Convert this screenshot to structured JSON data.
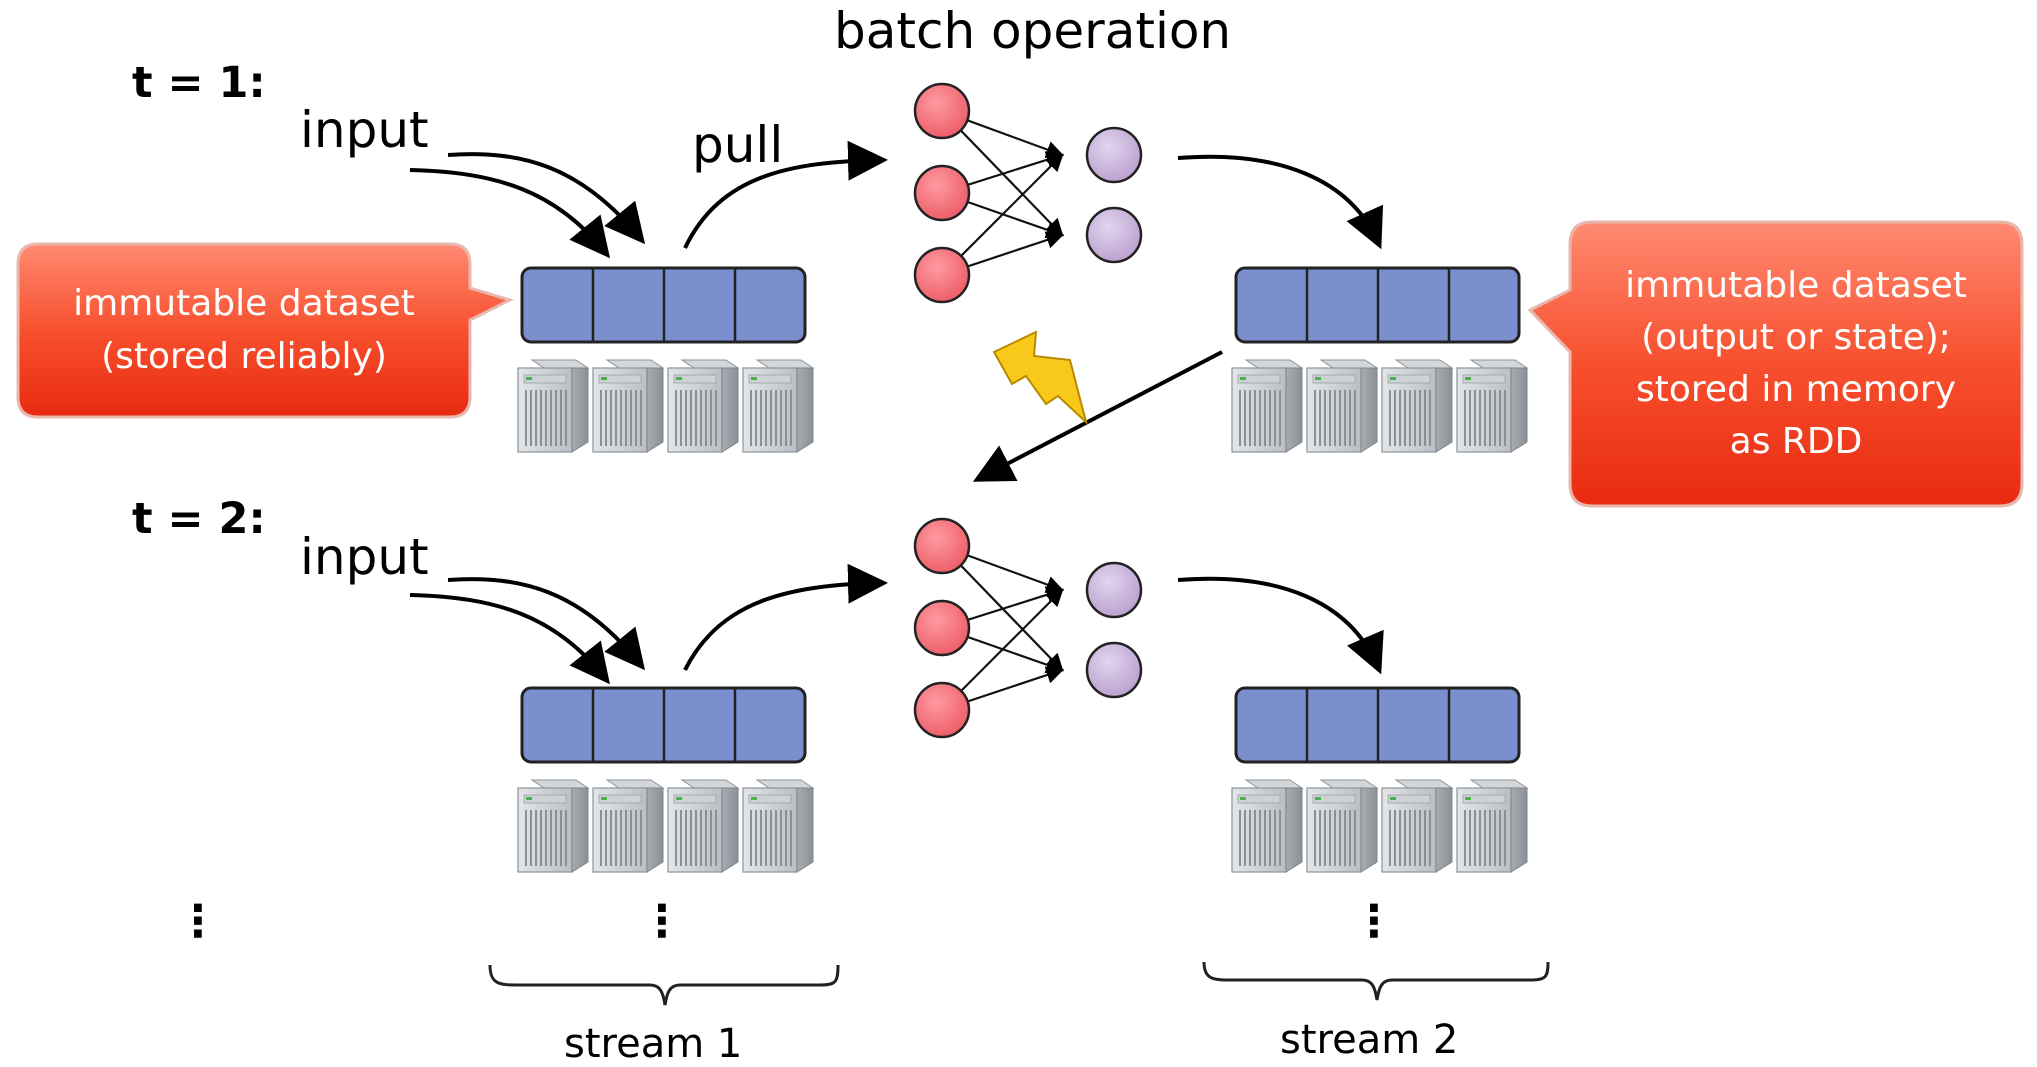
{
  "title": "batch operation",
  "labels": {
    "t1": "t = 1:",
    "t2": "t = 2:",
    "input_1": "input",
    "input_2": "input",
    "pull": "pull",
    "dots": "⋮",
    "stream1": "stream 1",
    "stream2": "stream 2"
  },
  "callouts": {
    "left": [
      "immutable dataset",
      "(stored reliably)"
    ],
    "right": [
      "immutable dataset",
      "(output or state);",
      "stored in memory",
      "as RDD"
    ]
  },
  "icons": {
    "server": "server-icon",
    "lightning": "lightning-bolt-icon",
    "input_node": "input-node",
    "output_node": "output-node"
  },
  "colors": {
    "dataset_fill": "#7b8fcf",
    "input_node": "#f06a74",
    "output_node": "#c3add5",
    "callout": "#f23a1c",
    "lightning": "#f8c81a"
  }
}
